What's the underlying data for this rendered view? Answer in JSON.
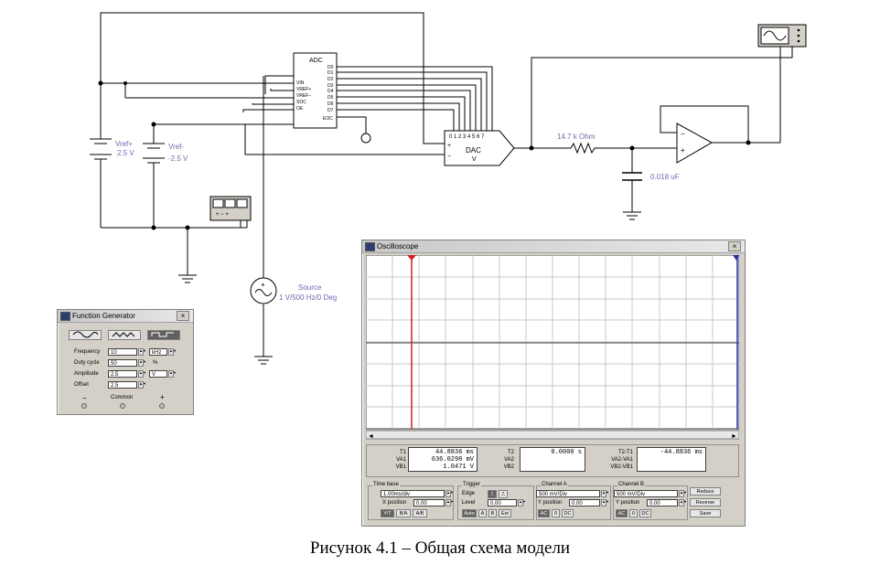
{
  "schematic": {
    "adc": {
      "title": "ADC",
      "inputs": [
        "VIN",
        "VREF+",
        "VREF−",
        "SOC",
        "OE"
      ],
      "outputs": [
        "D0",
        "D1",
        "D2",
        "D3",
        "D4",
        "D5",
        "D6",
        "D7",
        "EOC"
      ]
    },
    "dac": {
      "title": "DAC",
      "subtitle": "V",
      "pins": "0 1 2 3 4 5 6 7"
    },
    "vref_plus": {
      "name": "Vref+",
      "value": "2.5 V"
    },
    "vref_minus": {
      "name": "Vref-",
      "value": "-2.5 V"
    },
    "resistor": {
      "value": "14.7 k Ohm"
    },
    "capacitor": {
      "value": "0.018 uF"
    },
    "source": {
      "name": "Source",
      "value": "1 V/500 Hz/0 Deg"
    }
  },
  "function_generator": {
    "title": "Function Generator",
    "waveforms": [
      "sine-icon",
      "triangle-icon",
      "square-icon"
    ],
    "frequency": {
      "label": "Frequency",
      "value": "10",
      "unit": "kHz"
    },
    "duty_cycle": {
      "label": "Duty cycle",
      "value": "50",
      "unit": "%"
    },
    "amplitude": {
      "label": "Amplitude",
      "value": "2.5",
      "unit": "V"
    },
    "offset": {
      "label": "Offset",
      "value": "2.5"
    },
    "terminals": {
      "minus": "−",
      "common": "Common",
      "plus": "+"
    }
  },
  "oscilloscope": {
    "title": "Oscilloscope",
    "t1": {
      "labels": [
        "T1",
        "VA1",
        "VB1"
      ],
      "values": [
        "44.8836 ms",
        "636.0298 mV",
        "1.0471 V"
      ]
    },
    "t2": {
      "labels": [
        "T2",
        "VA2",
        "VB2"
      ],
      "values": [
        "0.0000 s",
        "",
        ""
      ]
    },
    "t2t1": {
      "labels": [
        "T2-T1",
        "VA2-VA1",
        "VB2-VB1"
      ],
      "values": [
        "-44.8836 ms",
        "",
        ""
      ]
    },
    "timebase": {
      "title": "Time base",
      "scale": "1.00ms/div",
      "xpos_label": "X position",
      "xpos": "0.00",
      "modes": [
        "Y/T",
        "B/A",
        "A/B"
      ]
    },
    "trigger": {
      "title": "Trigger",
      "edge_label": "Edge",
      "level_label": "Level",
      "level": "0.00",
      "sources": [
        "Auto",
        "A",
        "B",
        "Ext"
      ]
    },
    "channel_a": {
      "title": "Channel A",
      "scale": "500 mV/Div",
      "ypos_label": "Y position",
      "ypos": "0.00",
      "coupling": [
        "AC",
        "0",
        "DC"
      ]
    },
    "channel_b": {
      "title": "Channel B",
      "scale": "500 mV/Div",
      "ypos_label": "Y position",
      "ypos": "0.00",
      "coupling": [
        "AC",
        "0",
        "DC"
      ]
    },
    "buttons": {
      "reduce": "Reduce",
      "reverse": "Reverse",
      "save": "Save"
    },
    "cursor_colors": {
      "t1": "#cc2222",
      "t2": "#2233aa"
    }
  },
  "caption": "Рисунок 4.1 – Общая схема модели"
}
